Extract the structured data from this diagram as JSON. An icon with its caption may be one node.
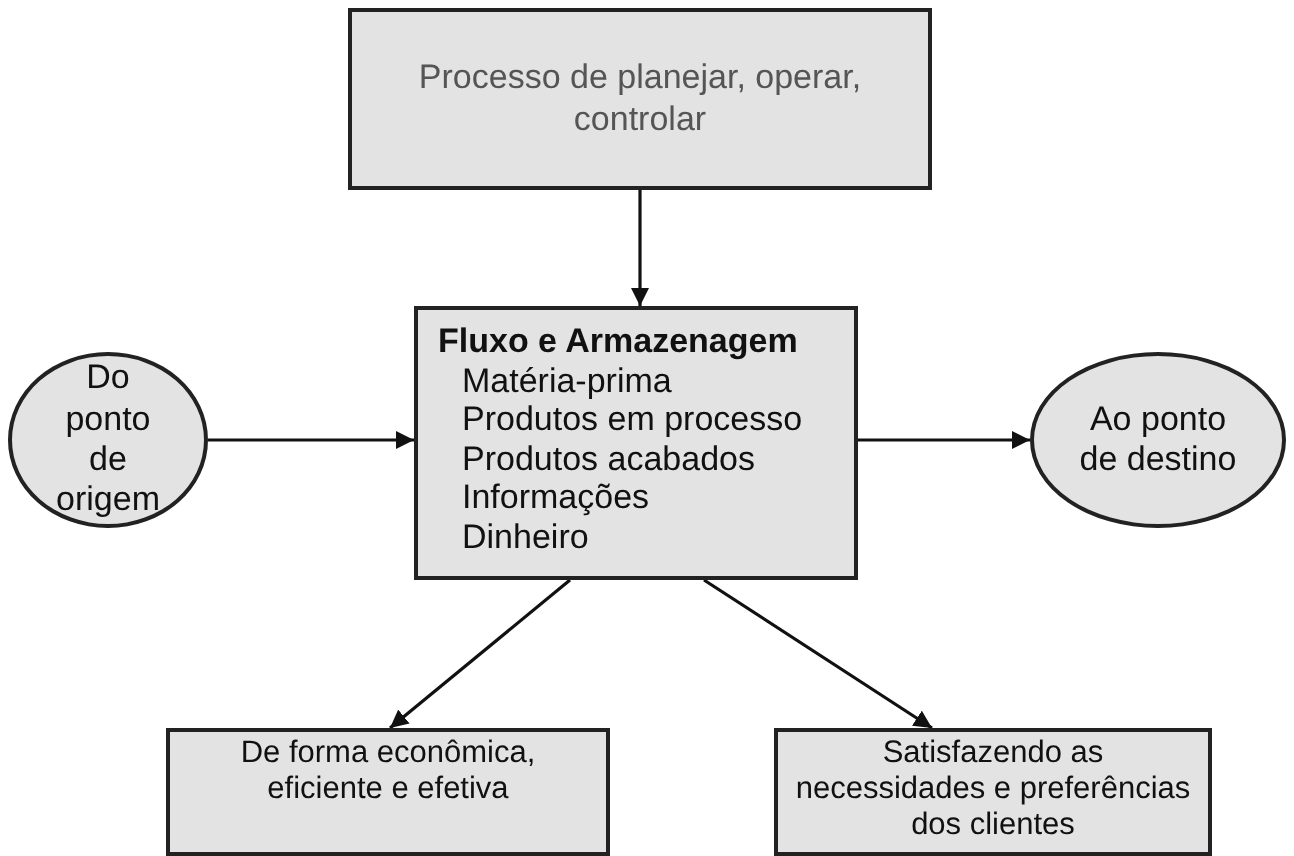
{
  "diagram": {
    "nodes": [
      {
        "text": [
          "Processo de planejar, operar, controlar"
        ]
      },
      {
        "text": [
          "Fluxo e Armazenagem",
          "Matéria-prima",
          "Produtos em processo",
          "Produtos acabados",
          "Informações",
          "Dinheiro"
        ]
      },
      {
        "text": [
          "Do ponto de origem"
        ]
      },
      {
        "text": [
          "Ao ponto de destino"
        ]
      },
      {
        "text": [
          "De forma econômica, eficiente e efetiva"
        ]
      },
      {
        "text": [
          "Satisfazendo as necessidades e preferências dos clientes"
        ]
      }
    ],
    "edges": [
      {
        "from": 0,
        "to": 1,
        "arrow": "to"
      },
      {
        "from": 2,
        "to": 1,
        "arrow": "to"
      },
      {
        "from": 1,
        "to": 3,
        "arrow": "to"
      },
      {
        "from": 1,
        "to": 4,
        "arrow": "to"
      },
      {
        "from": 1,
        "to": 5,
        "arrow": "to"
      }
    ]
  }
}
